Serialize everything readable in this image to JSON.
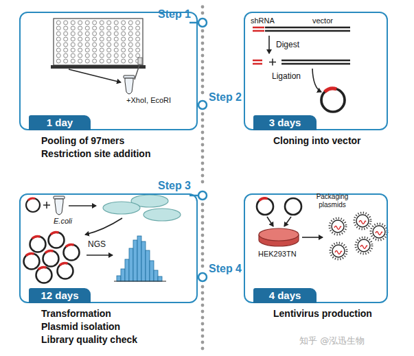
{
  "diagram": {
    "nodes": [
      {
        "text": [
          "Pooling of 97mers",
          "Restriction site addition"
        ]
      },
      {
        "text": [
          "1 day"
        ],
        "in": 0
      },
      {
        "text": [
          "Cloning into vector"
        ]
      },
      {
        "text": [
          "3 days"
        ],
        "in": 2
      },
      {
        "text": [
          "Transformation",
          "Plasmid isolation",
          "Library quality check"
        ]
      },
      {
        "text": [
          "12 days"
        ],
        "in": 4
      },
      {
        "text": [
          "Lentivirus production"
        ]
      },
      {
        "text": [
          "4 days"
        ],
        "in": 6
      }
    ],
    "labels": [
      "Step 1",
      "Step 2",
      "Step 3",
      "Step 4",
      "+XhoI, EcoRI",
      "shRNA",
      "vector",
      "Digest",
      "Ligation",
      "E.coli",
      "NGS",
      "Packaging plasmids",
      "HEK293TN",
      "知乎 @泓迅生物"
    ]
  }
}
